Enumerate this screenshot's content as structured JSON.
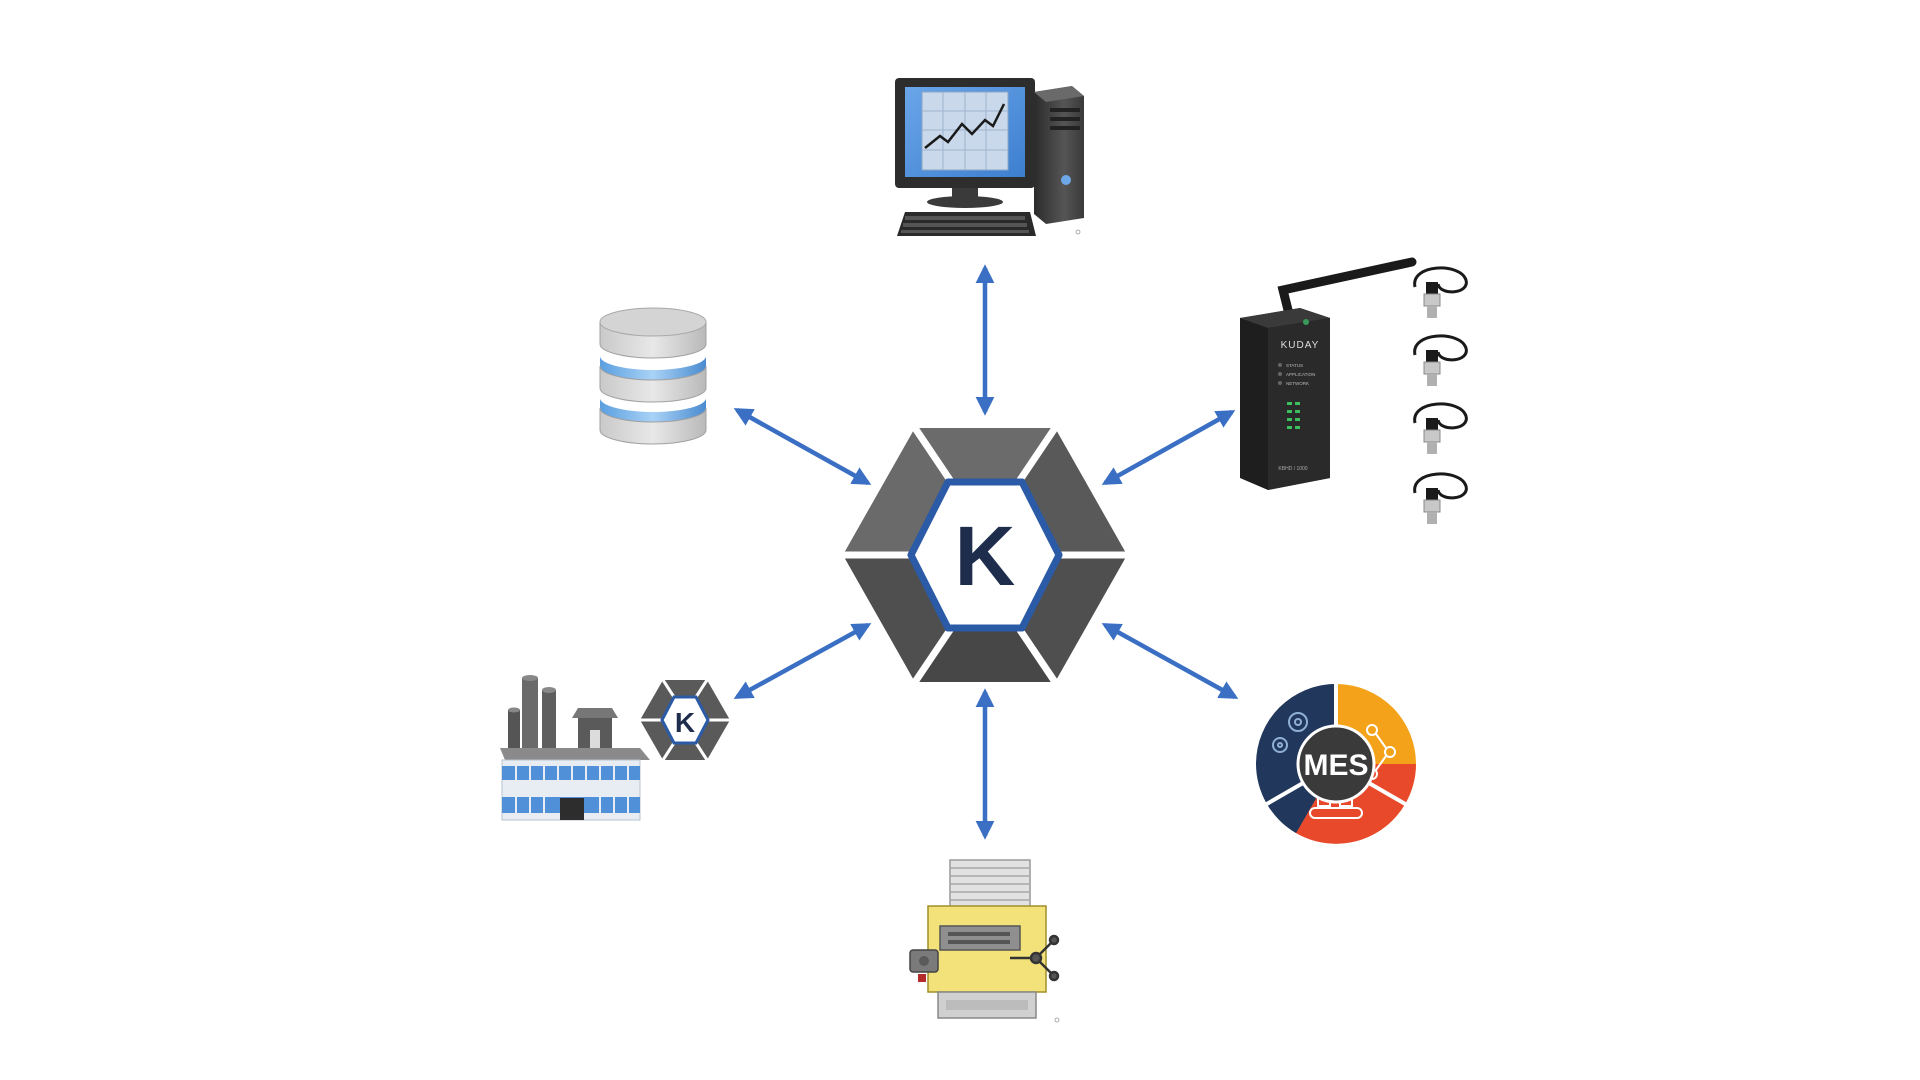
{
  "hub": {
    "logo_letter": "K"
  },
  "nodes": {
    "computer": {
      "icon": "computer-chart-icon"
    },
    "database": {
      "icon": "database-icon"
    },
    "gateway": {
      "icon": "iot-gateway-icon",
      "brand": "KUDAY",
      "leds": [
        "STATUS",
        "APPLICATION",
        "NETWORK"
      ],
      "model": "KBHD / 1000"
    },
    "factory": {
      "icon": "factory-icon",
      "badge_letter": "K"
    },
    "mes": {
      "icon": "mes-cycle-icon",
      "label": "MES"
    },
    "machine": {
      "icon": "cnc-machine-icon"
    }
  },
  "colors": {
    "arrow": "#3a6fc4",
    "hub_dark": "#4a4a4a",
    "hub_light": "#6e6e6e",
    "logo_blue": "#2b5aa6",
    "logo_navy": "#1f2d4d",
    "mes_orange": "#f5a21b",
    "mes_red": "#e8492b",
    "mes_navy": "#21385c"
  }
}
